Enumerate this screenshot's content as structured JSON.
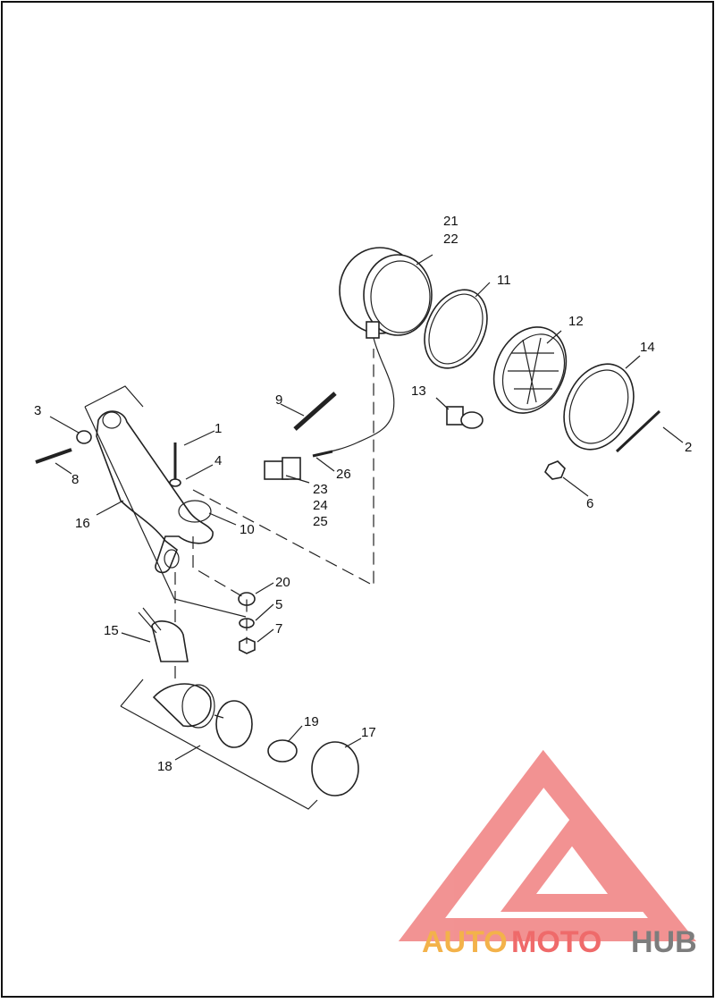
{
  "diagram": {
    "callouts": [
      "1",
      "2",
      "3",
      "4",
      "5",
      "6",
      "7",
      "8",
      "9",
      "10",
      "11",
      "12",
      "13",
      "14",
      "15",
      "16",
      "17",
      "18",
      "19",
      "20",
      "21",
      "22",
      "23",
      "24",
      "25",
      "26"
    ]
  },
  "watermark": {
    "part1": "AUTO",
    "part2": "MOTO",
    "part3": "HUB",
    "colors": {
      "auto": "#f3b24a",
      "moto": "#ef6a6a",
      "hub": "#7d7d7d",
      "logo": "#f08080"
    }
  }
}
